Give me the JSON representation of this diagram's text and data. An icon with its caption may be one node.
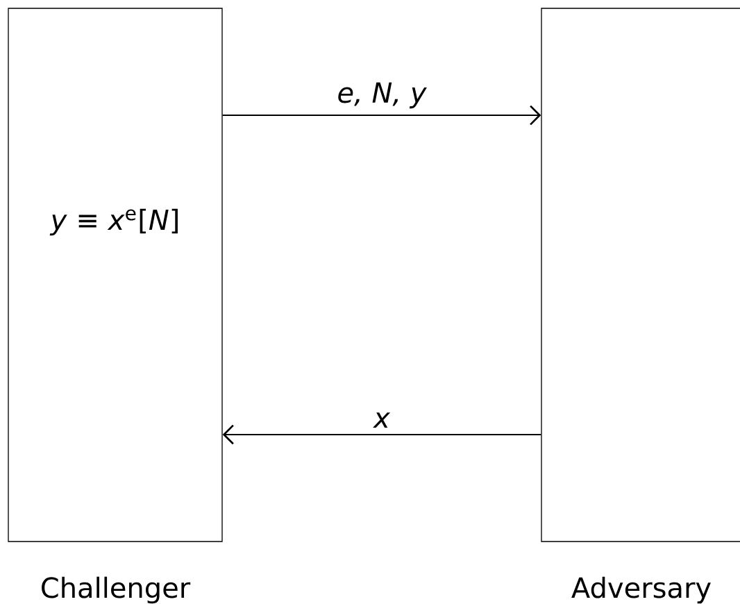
{
  "diagram": {
    "nodes": [
      {
        "text": [
          "*y* ≡ *x*$^{e}$[*N*]",
          "Challenger"
        ]
      },
      {
        "text": [
          "Adversary"
        ]
      }
    ],
    "edges": [
      {
        "from": 0,
        "to": 1,
        "arrow": "to",
        "label": "e, N, y"
      },
      {
        "from": 1,
        "to": 0,
        "arrow": "to",
        "label": "x"
      }
    ]
  }
}
